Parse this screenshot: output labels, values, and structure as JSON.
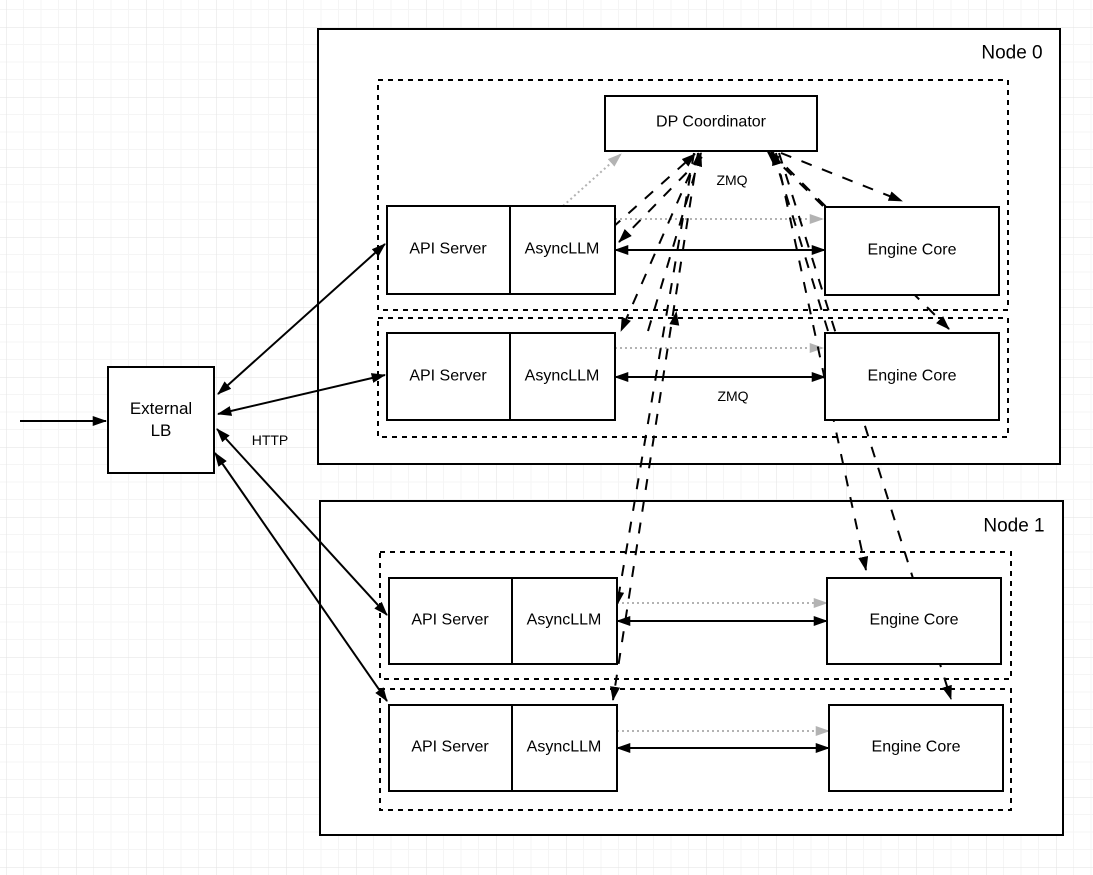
{
  "diagram": {
    "external_lb": {
      "label": "External\nLB"
    },
    "coordinator": {
      "label": "DP Coordinator"
    },
    "labels": {
      "http": "HTTP"
    },
    "nodes": [
      {
        "label": "Node 0",
        "rows": [
          {
            "api_server": "API Server",
            "asyncllm": "AsyncLLM",
            "engine_core": "Engine Core",
            "zmq": "ZMQ"
          },
          {
            "api_server": "API Server",
            "asyncllm": "AsyncLLM",
            "engine_core": "Engine Core",
            "zmq": "ZMQ"
          }
        ]
      },
      {
        "label": "Node 1",
        "rows": [
          {
            "api_server": "API Server",
            "asyncllm": "AsyncLLM",
            "engine_core": "Engine Core"
          },
          {
            "api_server": "API Server",
            "asyncllm": "AsyncLLM",
            "engine_core": "Engine Core"
          }
        ]
      }
    ],
    "connections": [
      {
        "from": "client",
        "to": "External LB",
        "style": "solid-arrow"
      },
      {
        "from": "External LB",
        "to": "each API Server",
        "style": "solid-bidirectional",
        "label": "HTTP"
      },
      {
        "from": "AsyncLLM",
        "to": "Engine Core",
        "style": "solid-bidirectional",
        "label": "ZMQ"
      },
      {
        "from": "AsyncLLM",
        "to": "Engine Core",
        "style": "gray-dotted"
      },
      {
        "from": "AsyncLLM node0 row1",
        "to": "DP Coordinator",
        "style": "gray-dotted"
      },
      {
        "from": "AsyncLLM node0 rows",
        "to": "DP Coordinator",
        "style": "black-dashed",
        "label": "ZMQ"
      },
      {
        "from": "DP Coordinator",
        "to": "every AsyncLLM",
        "style": "black-dashed"
      },
      {
        "from": "Engine Core node0 rows",
        "to": "DP Coordinator",
        "style": "black-dashed"
      },
      {
        "from": "DP Coordinator",
        "to": "every Engine Core",
        "style": "black-dashed"
      }
    ],
    "colors": {
      "stroke": "#000000",
      "gray_edge": "#b3b3b3",
      "grid_minor": "#f5f5f5",
      "grid_major": "#e2e2e2",
      "box_fill": "#ffffff",
      "background": "#ffffff"
    }
  }
}
